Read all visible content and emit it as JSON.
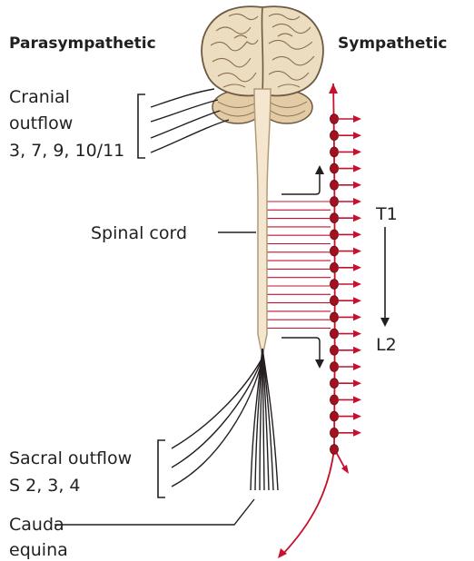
{
  "headers": {
    "left": "Parasympathetic",
    "right": "Sympathetic"
  },
  "labels": {
    "cranial_line1": "Cranial",
    "cranial_line2": "outflow",
    "cranial_line3": "3, 7, 9, 10/11",
    "spinal_cord": "Spinal cord",
    "t1": "T1",
    "l2": "L2",
    "sacral_line1": "Sacral outflow",
    "sacral_line2": "S 2, 3, 4",
    "cauda_line1": "Cauda",
    "cauda_line2": "equina"
  },
  "colors": {
    "sympathetic_red": "#c8102e",
    "ganglion_red": "#a01220",
    "cord_fill": "#f5e7cf",
    "cord_stroke": "#b09a78",
    "brain_fill": "#ecdcc0",
    "line_dark": "#231f20"
  },
  "icons": {
    "brain": "brain-illustration",
    "spinal_cord": "spinal-cord-illustration"
  }
}
